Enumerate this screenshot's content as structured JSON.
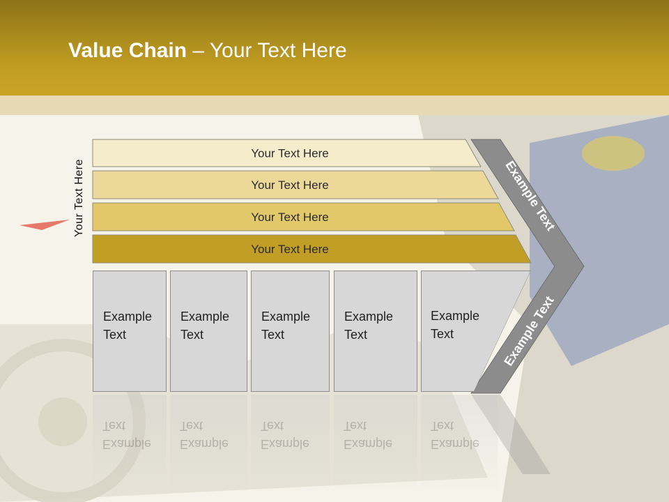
{
  "slide": {
    "title_bold": "Value Chain",
    "title_rest": " – Your Text Here",
    "side_label": "Your Text Here"
  },
  "bars": [
    {
      "label": "Your Text Here",
      "color": "#f5eccc"
    },
    {
      "label": "Your Text Here",
      "color": "#ecd999"
    },
    {
      "label": "Your Text Here",
      "color": "#e3c86a"
    },
    {
      "label": "Your Text Here",
      "color": "#c19f27"
    }
  ],
  "boxes": [
    {
      "line1": "Example",
      "line2": "Text"
    },
    {
      "line1": "Example",
      "line2": "Text"
    },
    {
      "line1": "Example",
      "line2": "Text"
    },
    {
      "line1": "Example",
      "line2": "Text"
    },
    {
      "line1": "Example",
      "line2": "Text"
    }
  ],
  "chevron": {
    "upper_label": "Example Text",
    "lower_label": "Example Text",
    "color": "#8c8c8c"
  },
  "colors": {
    "header": "#b8961f",
    "box_fill": "#d7d7d7"
  }
}
